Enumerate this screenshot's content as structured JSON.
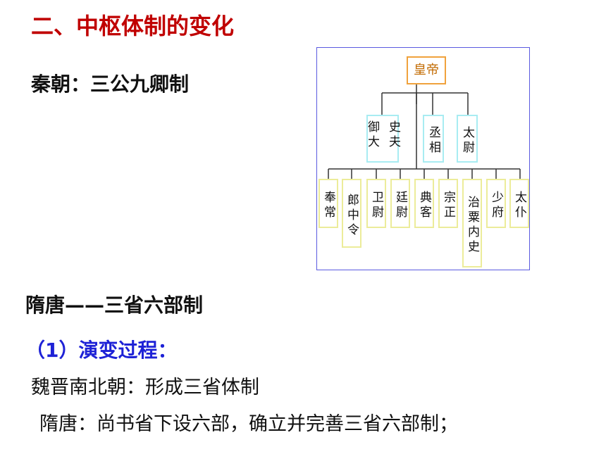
{
  "title": "二、中枢体制的变化",
  "qin_heading": "秦朝：三公九卿制",
  "suitang_heading": "隋唐——三省六部制",
  "process_heading": "（1）演变过程：",
  "process_lines": [
    "魏晋南北朝：形成三省体制",
    "隋唐：尚书省下设六部，确立并完善三省六部制；"
  ],
  "org_chart": {
    "emperor": "皇帝",
    "three_ducal": [
      {
        "col1": "御大",
        "col2": "史夫"
      },
      {
        "text": "丞相"
      },
      {
        "text": "太尉"
      }
    ],
    "nine_ministers": [
      "奉常",
      "郎中令",
      "卫尉",
      "廷尉",
      "典客",
      "宗正",
      "治粟内史",
      "少府",
      "太仆"
    ],
    "colors": {
      "emperor_border": "#f0a23c",
      "gong_border": "#a8ecf2",
      "qing_border": "#ecec9a",
      "frame": "#5a5ae0"
    }
  }
}
